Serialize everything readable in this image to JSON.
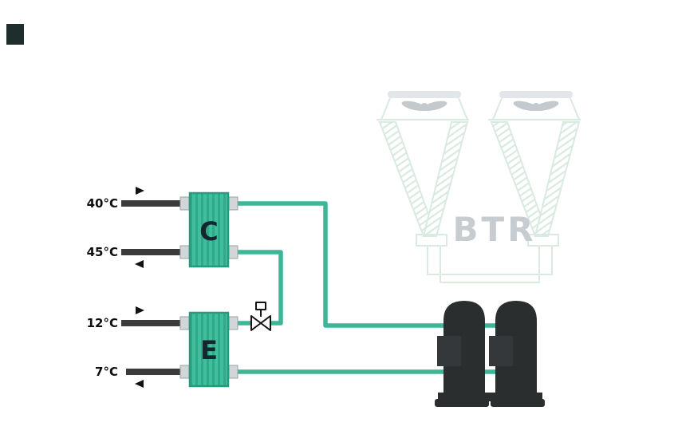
{
  "diagram": {
    "streams": [
      {
        "id": "condenser-inlet",
        "label": "40°C",
        "arrow": "right"
      },
      {
        "id": "condenser-outlet",
        "label": "45°C",
        "arrow": "left"
      },
      {
        "id": "evaporator-inlet",
        "label": "12°C",
        "arrow": "right"
      },
      {
        "id": "evaporator-outlet",
        "label": "7°C",
        "arrow": "left"
      }
    ],
    "components": {
      "condenser": {
        "label": "C"
      },
      "evaporator": {
        "label": "E"
      },
      "expansion_valve": {
        "name": "expansion-valve"
      },
      "compressors": {
        "count": 2
      },
      "dry_cooler": {
        "label": "BTR",
        "fans": 2
      }
    }
  },
  "colors": {
    "accent_teal": "#3cb697",
    "exchanger_fill": "#41bf9d",
    "exchanger_stripe": "#2fa98a",
    "exchanger_border": "#27997d",
    "pipe_dark": "#3b3b3b",
    "arrow": "#111111",
    "compressor_body": "#2b2e2f",
    "compressor_box": "#35383a",
    "port_fill": "#d2d6d8",
    "watermark_line": "#d9eae1",
    "watermark_gray": "#c7ccd1",
    "logo_block": "#1e2e2d"
  }
}
